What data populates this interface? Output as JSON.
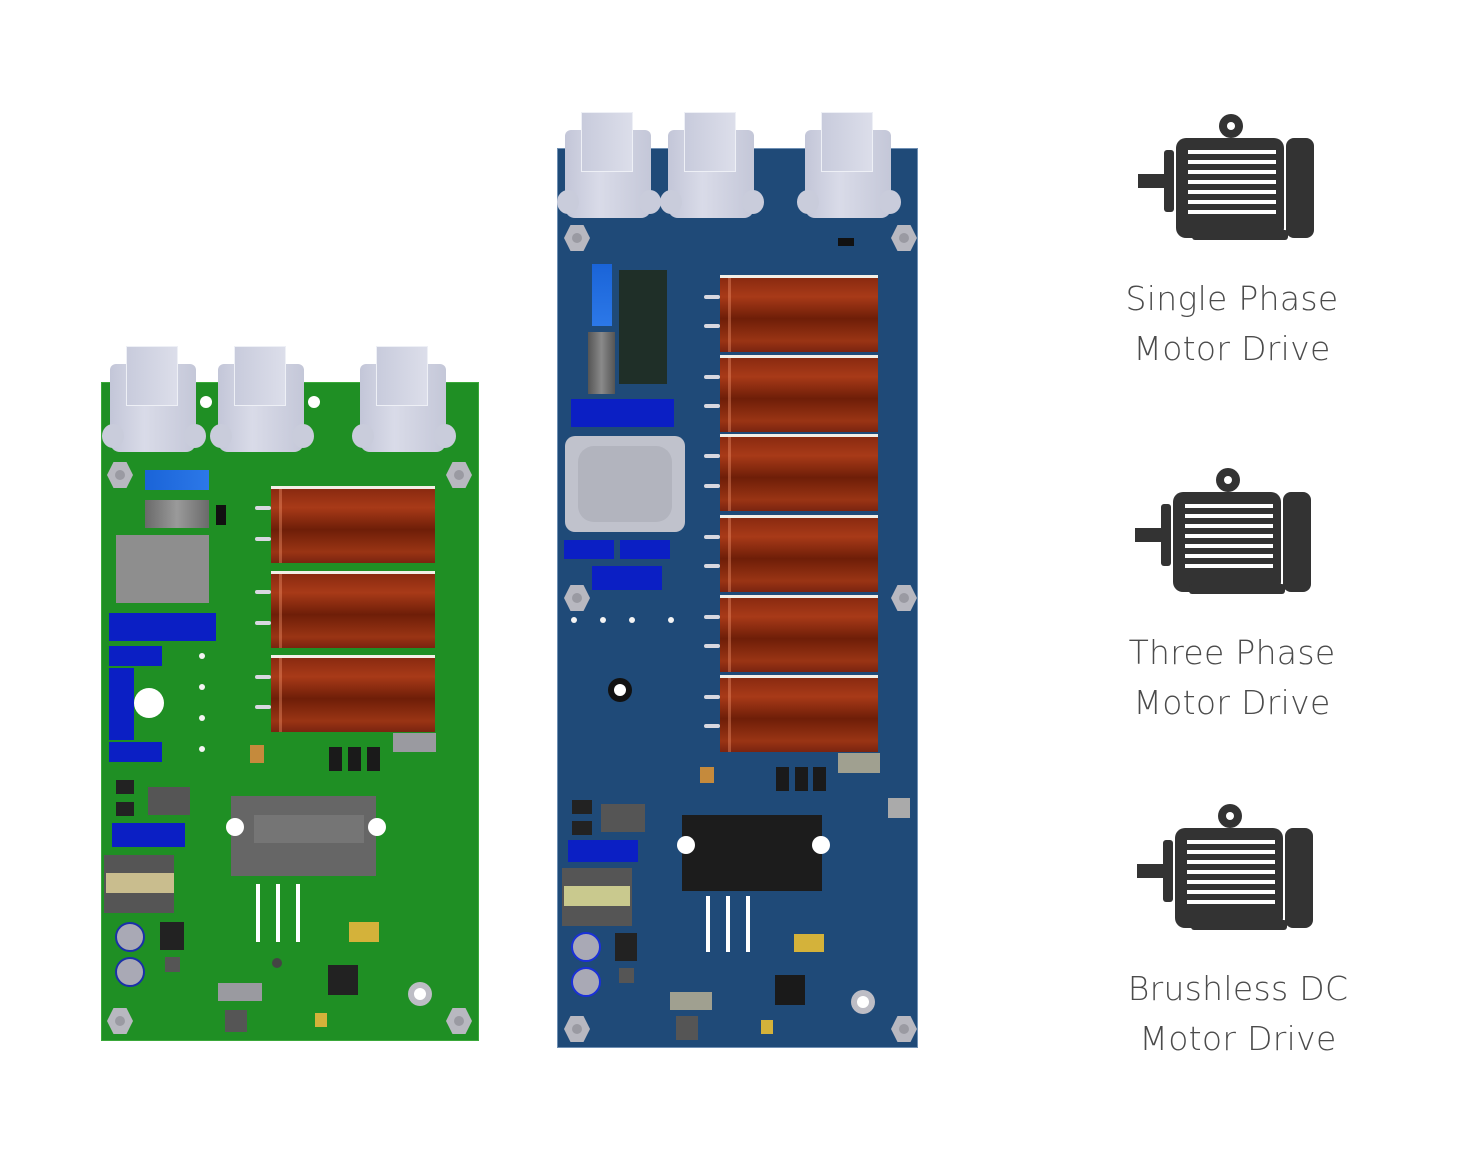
{
  "title": "Motor Drive PCB Boards",
  "boards": [
    {
      "name": "green-pcb-board",
      "color": "#1f8f24",
      "capacitor_count": 3,
      "connector_count": 3
    },
    {
      "name": "blue-pcb-board",
      "color": "#1f4a78",
      "capacitor_count": 6,
      "connector_count": 3
    }
  ],
  "drive_types": [
    {
      "icon": "electric-motor-icon",
      "line1": "Single Phase",
      "line2": "Motor Drive"
    },
    {
      "icon": "electric-motor-icon",
      "line1": "Three Phase",
      "line2": "Motor Drive"
    },
    {
      "icon": "electric-motor-icon",
      "line1": "Brushless DC",
      "line2": "Motor Drive"
    }
  ],
  "colors": {
    "icon": "#333333",
    "label_text": "#4b4b4b",
    "capacitor": "#8a2a10",
    "background": "#ffffff"
  }
}
